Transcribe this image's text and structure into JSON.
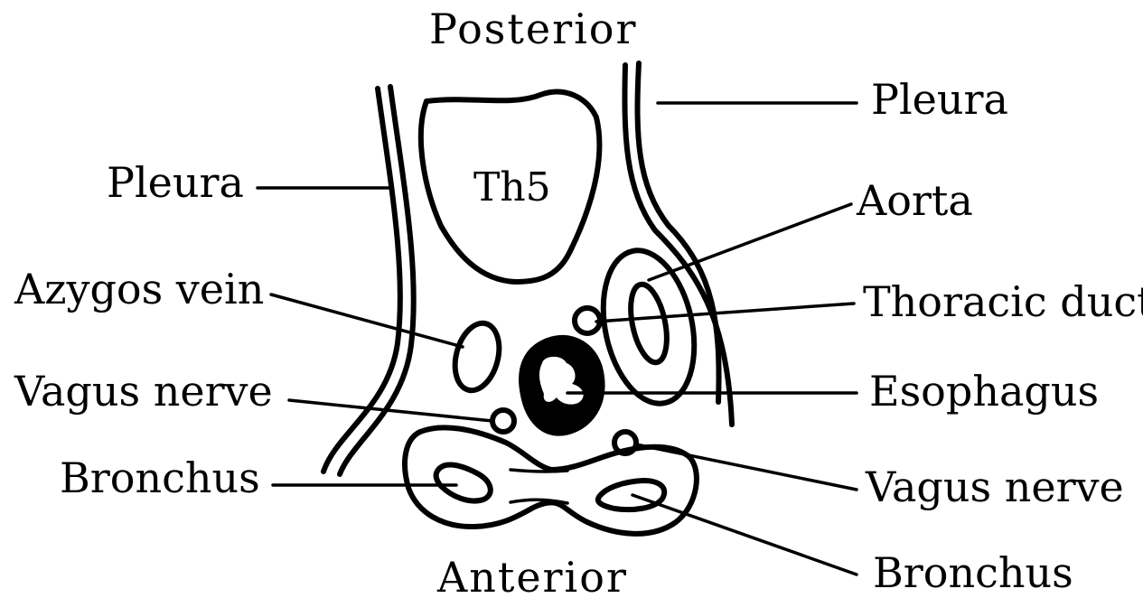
{
  "orientation": {
    "top": "Posterior",
    "bottom": "Anterior"
  },
  "vertebra_label": "Th5",
  "labels": {
    "pleura_left": "Pleura",
    "pleura_right": "Pleura",
    "aorta": "Aorta",
    "azygos_vein": "Azygos vein",
    "thoracic_duct": "Thoracic duct",
    "vagus_nerve_left": "Vagus nerve",
    "esophagus": "Esophagus",
    "vagus_nerve_right": "Vagus nerve",
    "bronchus_left": "Bronchus",
    "bronchus_right": "Bronchus"
  },
  "colors": {
    "line": "#000000",
    "background": "#ffffff"
  }
}
